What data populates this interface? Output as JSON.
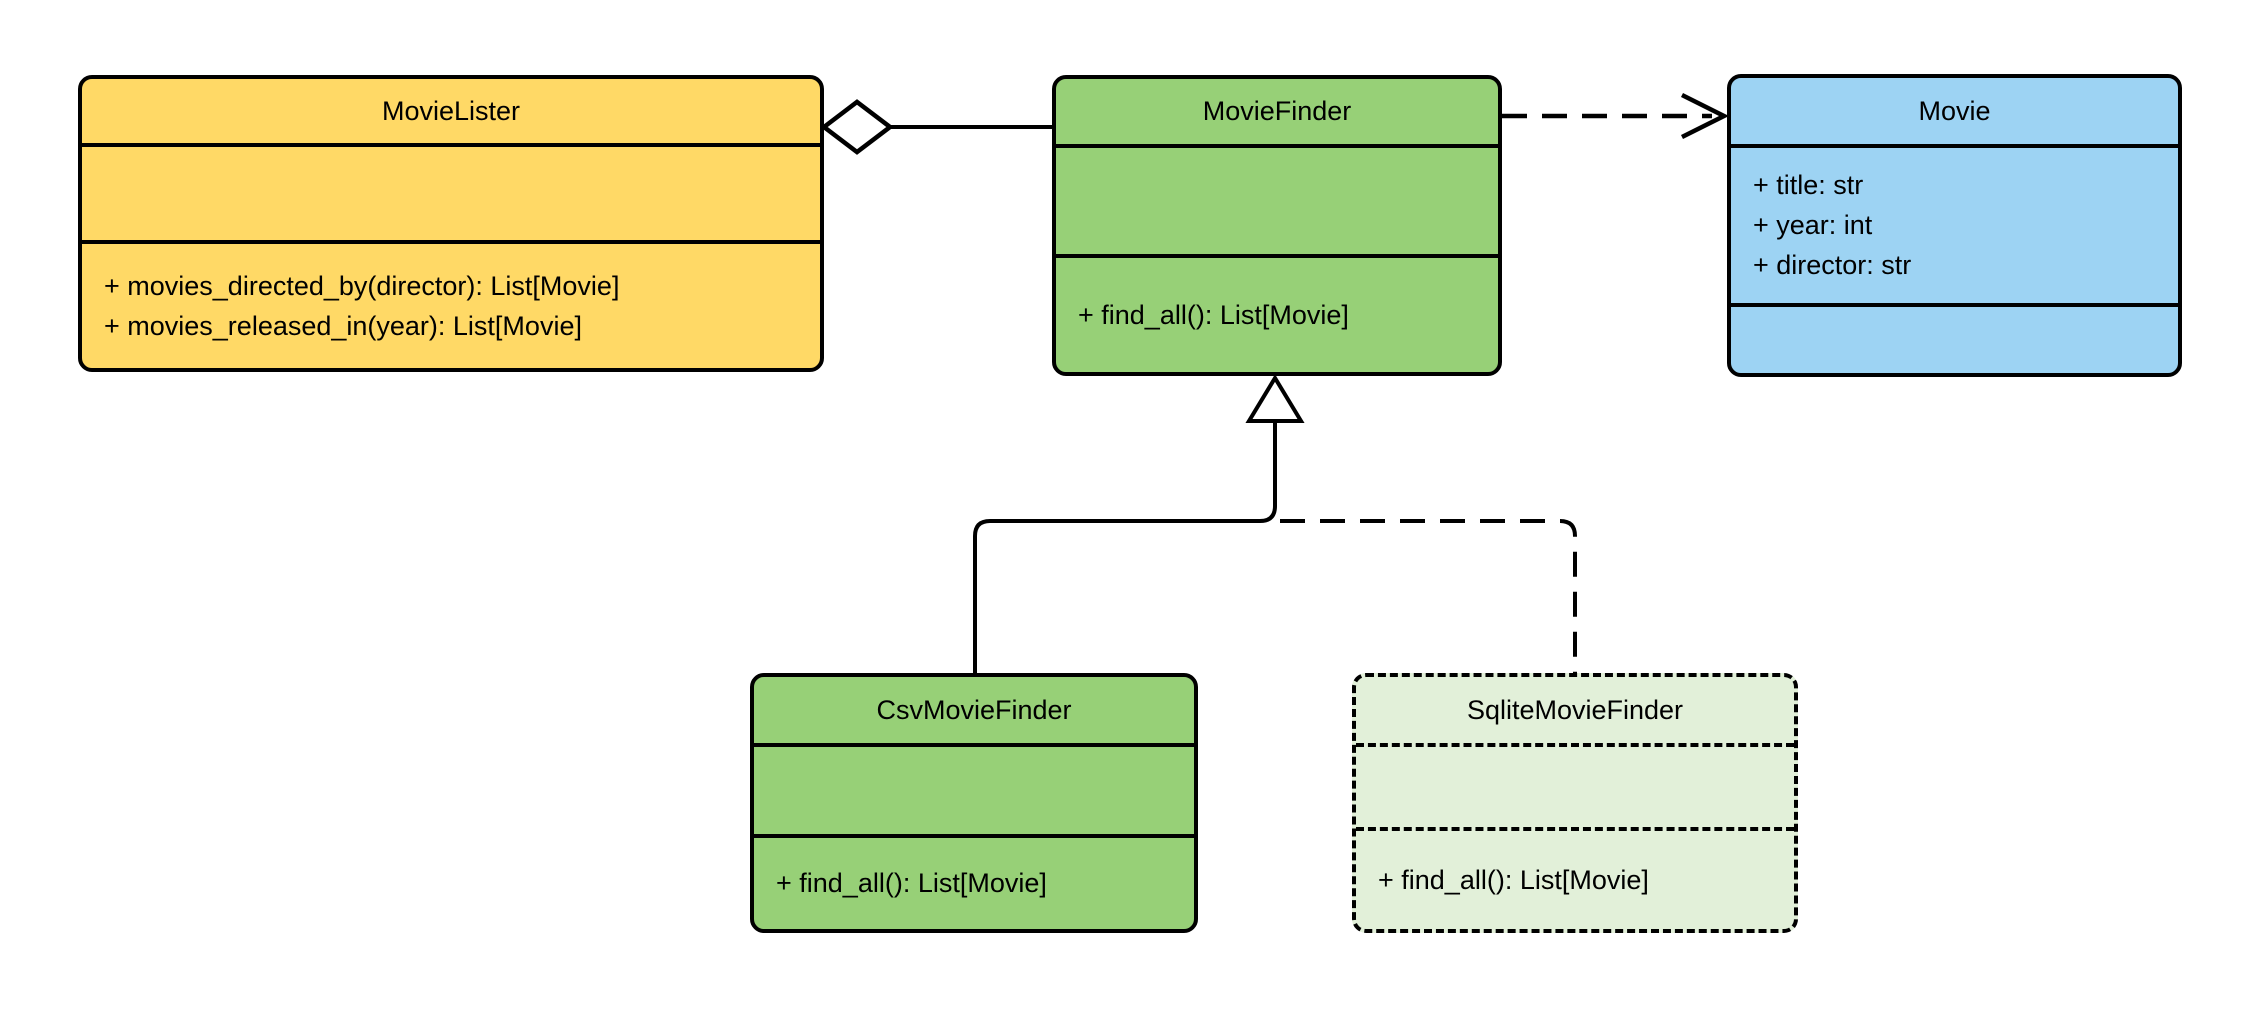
{
  "diagram": {
    "type": "uml-class-diagram",
    "background": "#FFFFFF",
    "colors": {
      "yellow": "#FFD966",
      "green": "#97D077",
      "light_green": "#E2F0D9",
      "blue": "#9DD3F3",
      "stroke": "#000000"
    },
    "classes": [
      {
        "name": "MovieLister",
        "fill": "#FFD966",
        "border": "solid",
        "attributes": [],
        "methods": [
          "+ movies_directed_by(director): List[Movie]",
          "+ movies_released_in(year): List[Movie]"
        ]
      },
      {
        "name": "MovieFinder",
        "fill": "#97D077",
        "border": "solid",
        "attributes": [],
        "methods": [
          "+ find_all(): List[Movie]"
        ]
      },
      {
        "name": "Movie",
        "fill": "#9DD3F3",
        "border": "solid",
        "attributes": [
          "+ title: str",
          "+ year: int",
          "+ director: str"
        ],
        "methods": []
      },
      {
        "name": "CsvMovieFinder",
        "fill": "#97D077",
        "border": "solid",
        "attributes": [],
        "methods": [
          "+ find_all(): List[Movie]"
        ]
      },
      {
        "name": "SqliteMovieFinder",
        "fill": "#E2F0D9",
        "border": "dashed",
        "attributes": [],
        "methods": [
          "+ find_all(): List[Movie]"
        ]
      }
    ],
    "relationships": [
      {
        "type": "aggregation",
        "from": "MovieLister",
        "to": "MovieFinder",
        "line": "solid",
        "marker": "hollow-diamond-at-source"
      },
      {
        "type": "dependency",
        "from": "MovieFinder",
        "to": "Movie",
        "line": "dashed",
        "marker": "open-arrow-at-target"
      },
      {
        "type": "generalization",
        "from": "CsvMovieFinder",
        "to": "MovieFinder",
        "line": "solid",
        "marker": "hollow-triangle-at-target"
      },
      {
        "type": "generalization",
        "from": "SqliteMovieFinder",
        "to": "MovieFinder",
        "line": "dashed",
        "marker": "hollow-triangle-at-target"
      }
    ]
  }
}
